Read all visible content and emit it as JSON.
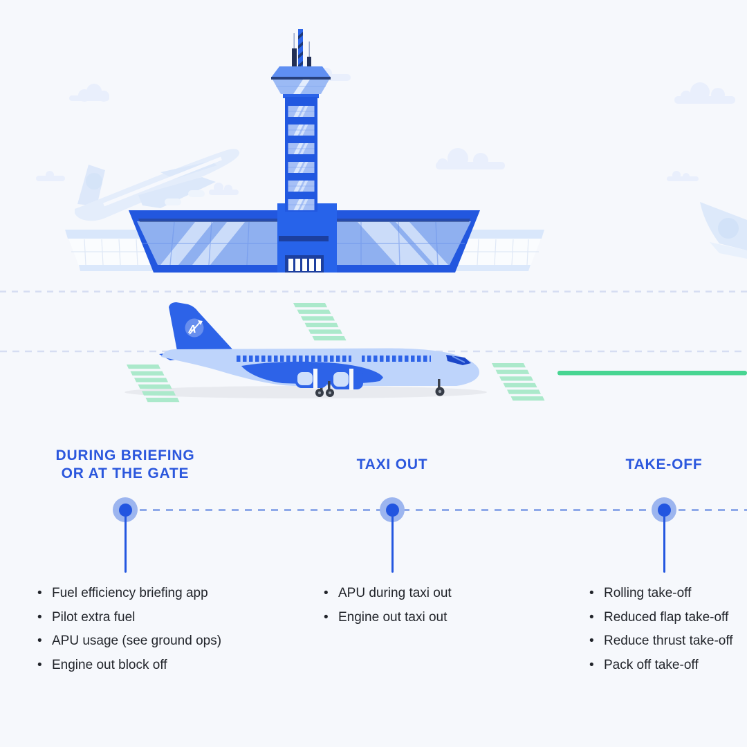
{
  "page": {
    "background_color": "#f6f8fc"
  },
  "illustration": {
    "tail_logo_letter": "A",
    "colors": {
      "building_blue": "#2257df",
      "navy_accent": "#1c3f9f",
      "glass_blue": "#8fb0f0",
      "plane_body": "#bed4fb",
      "plane_accent": "#2d63e8",
      "mint_stripes": "#abe9cb",
      "runway_green": "#48d592",
      "cloud": "#e9effc",
      "dashed_guide": "#d6ddf2"
    }
  },
  "timeline": {
    "dash_color": "#8ea9e9",
    "node_inner_color": "#2255e0",
    "node_outer_color": "#9cb5ef",
    "heading_color": "#2b57dd",
    "text_color": "#21242a",
    "phases": [
      {
        "title_lines": [
          "DURING BRIEFING",
          "OR AT THE GATE"
        ],
        "items": [
          "Fuel efficiency briefing app",
          "Pilot extra fuel",
          "APU usage (see ground ops)",
          "Engine out block off"
        ]
      },
      {
        "title_lines": [
          "TAXI OUT"
        ],
        "items": [
          "APU during taxi out",
          "Engine out taxi out"
        ]
      },
      {
        "title_lines": [
          "TAKE-OFF"
        ],
        "items": [
          "Rolling take-off",
          "Reduced flap take-off",
          "Reduce thrust take-off",
          "Pack off take-off"
        ]
      }
    ]
  }
}
